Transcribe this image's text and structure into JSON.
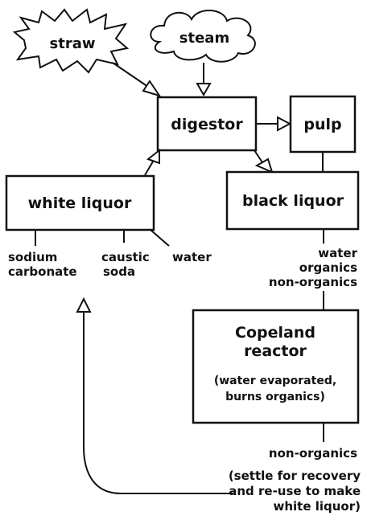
{
  "nodes": {
    "straw": "straw",
    "steam": "steam",
    "digestor": "digestor",
    "pulp": "pulp",
    "white_liquor": "white liquor",
    "black_liquor": "black liquor",
    "reactor_line1": "Copeland",
    "reactor_line2": "reactor",
    "reactor_note1": "(water evaporated,",
    "reactor_note2": "burns organics)"
  },
  "inputs": {
    "sodium": "sodium",
    "carbonate": "carbonate",
    "caustic": "caustic",
    "soda": "soda",
    "water": "water"
  },
  "black_outputs": {
    "water": "water",
    "organics": "organics",
    "non_organics": "non-organics"
  },
  "reactor_output": {
    "non_organics": "non-organics",
    "note1": "(settle for recovery",
    "note2": "and re-use to make",
    "note3": "white liquor)"
  },
  "colors": {
    "ink": "#111111",
    "paper": "#ffffff"
  }
}
